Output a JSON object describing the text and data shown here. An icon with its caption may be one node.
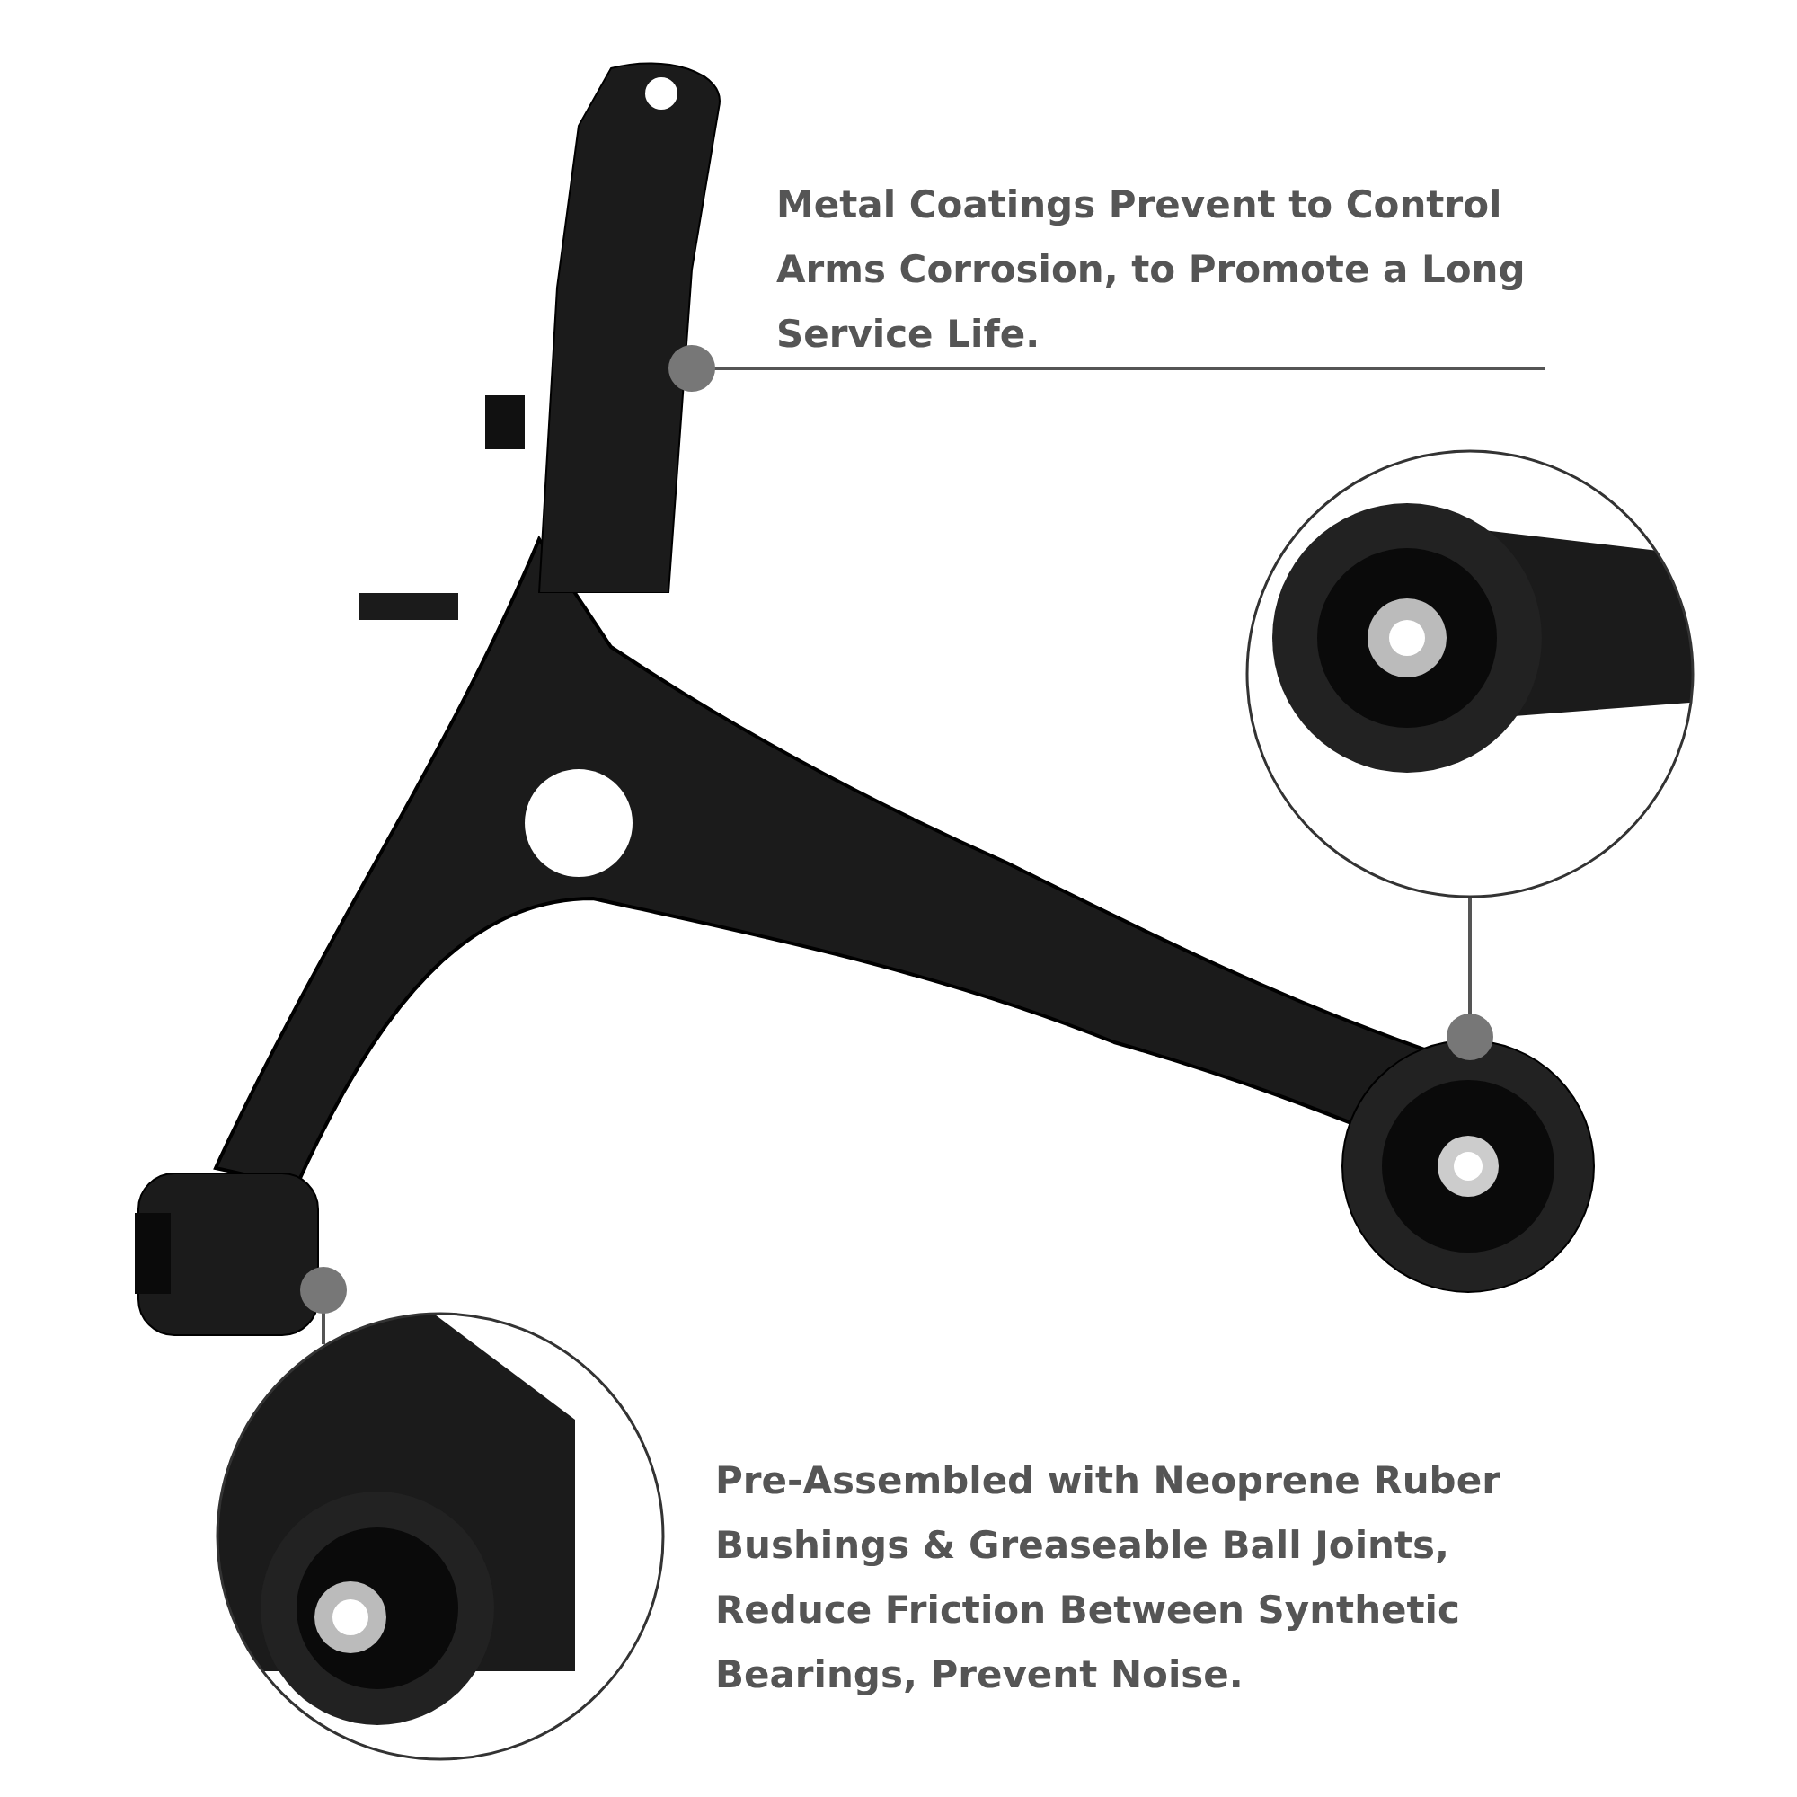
{
  "diagram": {
    "nodes": [
      {
        "text": [
          "Metal Coatings Prevent to Control Arms Corrosion, to Promote a Long Service Life."
        ]
      },
      {
        "text": [],
        "shape": "picture"
      },
      {
        "text": [],
        "shape": "picture"
      },
      {
        "text": [],
        "shape": "picture"
      },
      {
        "text": [],
        "shape": "picture"
      },
      {
        "text": [],
        "shape": "picture"
      }
    ],
    "edges": [
      {
        "from": 0,
        "to": 1,
        "arrow": "other"
      },
      {
        "from": 2,
        "to": 3,
        "arrow": "other"
      },
      {
        "from": 5,
        "to": 4,
        "arrow": "other"
      }
    ],
    "labels": [
      "Pre-Assembled with Neoprene Ruber Bushings & Greaseable Ball Joints, Reduce Friction Between Synthetic Bearings, Prevent Noise."
    ]
  }
}
